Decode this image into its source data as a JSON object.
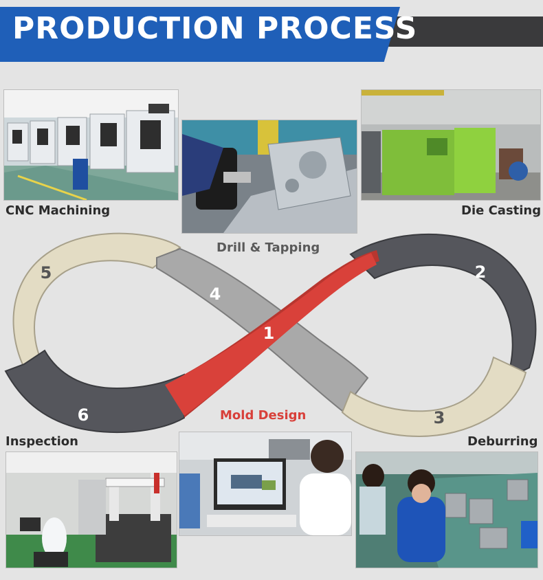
{
  "header": {
    "title": "PRODUCTION PROCESS"
  },
  "steps": [
    {
      "number": "1",
      "label": "Mold Design"
    },
    {
      "number": "2",
      "label": "Die Casting"
    },
    {
      "number": "3",
      "label": "Deburring"
    },
    {
      "number": "4",
      "label": "Drill & Tapping"
    },
    {
      "number": "5",
      "label": "CNC Machining"
    },
    {
      "number": "6",
      "label": "Inspection"
    }
  ],
  "colors": {
    "title_blue": "#1f5fb8",
    "step_red": "#d9413a",
    "step_dark": "#55565c",
    "step_cream": "#e3dcc4",
    "step_grey": "#a9a9a9"
  },
  "photos": {
    "cnc": "cnc-machining-photo",
    "drill": "drill-tapping-photo",
    "die": "die-casting-photo",
    "inspection": "inspection-photo",
    "mold": "mold-design-photo",
    "deburring": "deburring-photo"
  }
}
